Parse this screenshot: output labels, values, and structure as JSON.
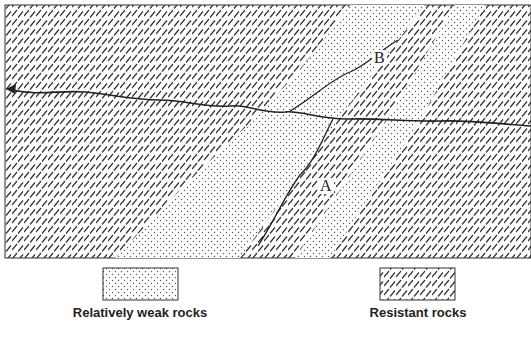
{
  "diagram": {
    "labels": [
      "B",
      "A"
    ],
    "legend": [
      {
        "text": "Relatively weak rocks"
      },
      {
        "text": "Resistant rocks"
      }
    ]
  }
}
